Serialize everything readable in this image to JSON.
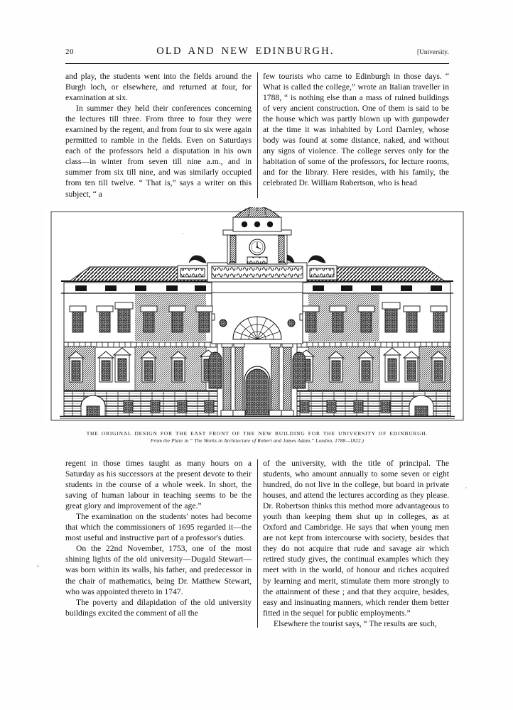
{
  "header": {
    "folio": "20",
    "title": "OLD  AND  NEW  EDINBURGH.",
    "marker": "[University."
  },
  "top_section": {
    "left_column": [
      "and play, the students went into the fields around the Burgh loch, or elsewhere, and returned at four, for examination at six.",
      "In summer they held their conferences concerning the lectures till three.   From three to four they were examined by the regent, and from four to six were again permitted to ramble in the fields. Even on Saturdays each of the professors held a disputation in his own class—in winter from seven till nine a.m., and in summer from six till nine, and was similarly occupied from ten till twelve. “ That is,” says a writer on this subject, “ a"
    ],
    "right_column": [
      "few tourists who came to Edinburgh in those days. “ What is called the college,” wrote an Italian traveller in 1788, “ is nothing else than a mass of ruined buildings of very ancient construction. One of them is said to be the house which was partly blown up with gunpowder at the time it was inhabited by Lord Darnley, whose body was found at some distance, naked, and without any signs of violence.   The college serves only for the habitation of some of the professors, for lecture rooms, and for the library.   Here resides, with his family, the celebrated Dr. William Robertson, who is head"
    ]
  },
  "figure": {
    "caption_main": "THE ORIGINAL DESIGN FOR THE EAST FRONT OF THE NEW BUILDING FOR THE UNIVERSITY OF EDINBURGH.",
    "caption_sub": "From the Plate in “ The Works in Architecture of Robert and James Adam,” London, 1788—1822.)",
    "alt": "Engraving of a symmetrical neoclassical building facade with a central domed clock tower"
  },
  "bottom_section": {
    "left_column": [
      "regent in those times taught as many hours on a Saturday as his successors at the present devote to their students in the course of a whole week. In short, the saving of human labour in teaching seems to be the great glory and improvement of the age.”",
      "The examination on the students' notes had become that which the commissioners of 1695 regarded it—the most useful and instructive part of a professor's duties.",
      "On the 22nd November, 1753, one of the most shining lights of the old university—Dugald Stewart—was born within its walls, his father, and predecessor in the chair of mathematics, being Dr. Matthew Stewart, who was appointed thereto in 1747.",
      "The poverty and dilapidation of the old university buildings excited the comment of all the"
    ],
    "right_column": [
      "of the university, with the title of principal.   The students, who amount annually to some seven or eight hundred, do not live in the college, but board in private houses, and attend the lectures according as they please.   Dr. Robertson thinks this method more advantageous to youth than keeping them shut up in colleges, as at Oxford and Cambridge.   He says that when young men are not kept from intercourse with society, besides that they do not acquire that rude and savage air which retired study gives, the continual examples which they meet with in the world, of honour and riches acquired by learning and merit, stimulate them more strongly to the attainment of these ; and that they acquire, besides, easy and insinuating manners, which render them better fitted in the sequel for public employments.”",
      "Elsewhere the tourist says, “ The results are such,"
    ]
  },
  "colors": {
    "ink": "#101010",
    "paper": "#fefefe",
    "rule": "#1a1a1a"
  }
}
